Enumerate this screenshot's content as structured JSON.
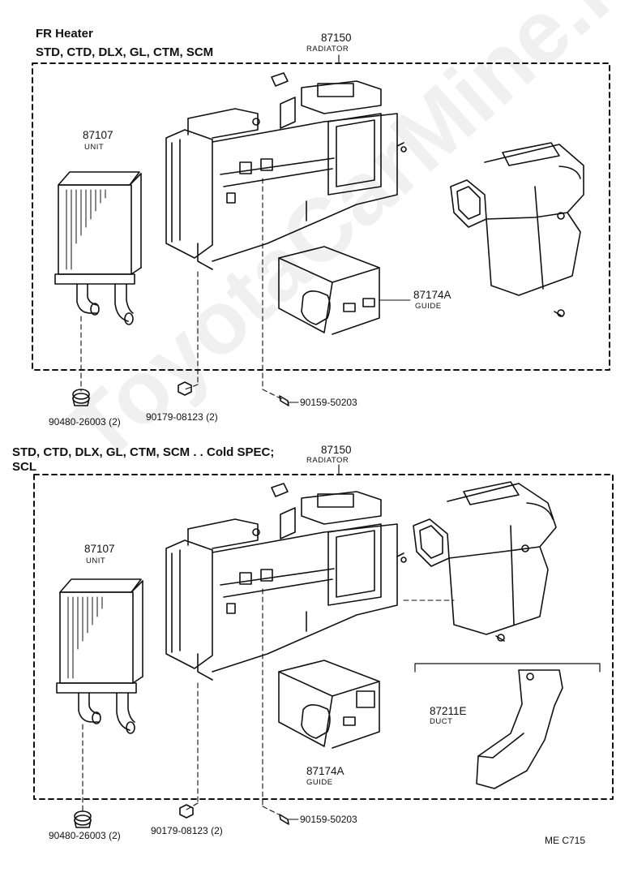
{
  "section1": {
    "title": "FR  Heater",
    "variants": "STD, CTD, DLX, GL, CTM, SCM",
    "radiator_no": "87150",
    "radiator_name": "RADIATOR",
    "unit_no": "87107",
    "unit_name": "UNIT",
    "guide_no": "87174A",
    "guide_name": "GUIDE",
    "part_grommet": "90480-26003 (2)",
    "part_nut": "90179-08123 (2)",
    "part_screw": "90159-50203"
  },
  "section2": {
    "variants": "STD, CTD, DLX, GL, CTM, SCM . . Cold SPEC;",
    "variants_cont": "SCL",
    "radiator_no": "87150",
    "radiator_name": "RADIATOR",
    "unit_no": "87107",
    "unit_name": "UNIT",
    "guide_no": "87174A",
    "guide_name": "GUIDE",
    "duct_no": "87211E",
    "duct_name": "DUCT",
    "part_grommet": "90480-26003 (2)",
    "part_nut": "90179-08123 (2)",
    "part_screw": "90159-50203"
  },
  "footer": {
    "code": "ME  C715"
  },
  "watermark": "ToyotaCarMine.ru"
}
